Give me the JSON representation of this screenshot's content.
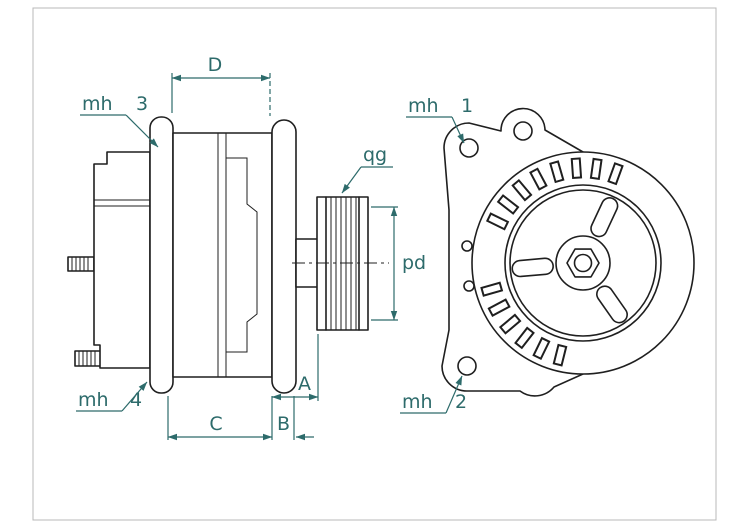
{
  "colors": {
    "line": "#1f1f1f",
    "dimension": "#2d6b6b",
    "background": "#ffffff",
    "frame": "#b8b8b8"
  },
  "dimensions": {
    "d": "D",
    "c": "C",
    "b": "B",
    "a": "A",
    "pd": "pd",
    "qg": "qg"
  },
  "mounting_holes": {
    "mh1": {
      "prefix": "mh",
      "number": "1"
    },
    "mh2": {
      "prefix": "mh",
      "number": "2"
    },
    "mh3": {
      "prefix": "mh",
      "number": "3"
    },
    "mh4": {
      "prefix": "mh",
      "number": "4"
    }
  }
}
